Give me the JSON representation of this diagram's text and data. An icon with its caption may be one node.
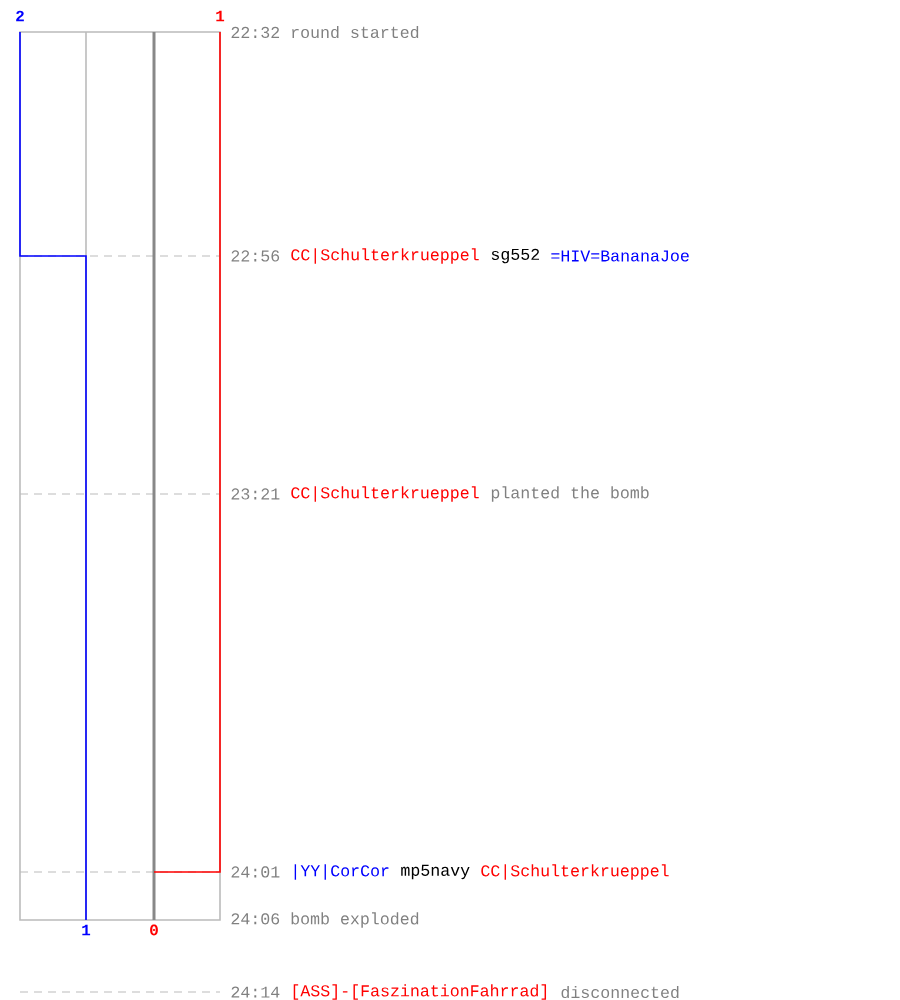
{
  "diagram": {
    "labels": [
      "2",
      "1",
      "22:32 round started",
      "22:56",
      "CC|Schulterkrueppel",
      "sg552",
      "=HIV=BananaJoe",
      "23:21",
      "CC|Schulterkrueppel",
      "planted the bomb",
      "24:01",
      "|YY|CorCor",
      "mp5navy",
      "CC|Schulterkrueppel",
      "1",
      "0",
      "24:06 bomb exploded",
      "24:14",
      "[ASS]-[FaszinationFahrrad]",
      "disconnected"
    ]
  }
}
